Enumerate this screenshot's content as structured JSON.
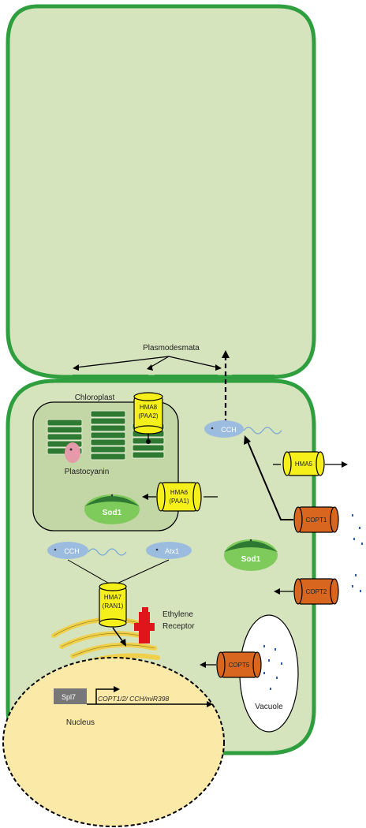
{
  "labels": {
    "plasmodesmata": "Plasmodesmata",
    "chloroplast": "Chloroplast",
    "plastocyanin": "Plastocyanin",
    "vacuole": "Vacuole",
    "nucleus": "Nucleus",
    "ethylene_receptor_line1": "Ethylene",
    "ethylene_receptor_line2": "Receptor"
  },
  "proteins": {
    "hma8_line1": "HMA8",
    "hma8_line2": "(PAA2)",
    "hma6_line1": "HMA6",
    "hma6_line2": "(PAA1)",
    "hma5": "HMA5",
    "hma7_line1": "HMA7",
    "hma7_line2": "(RAN1)",
    "ccs_chloroplast": "Sod1",
    "ccs_cytosol": "Sod1",
    "cch_top": "CCH",
    "cch_mid": "CCH",
    "atx1": "Atx1",
    "copt1": "COPT1",
    "copt2": "COPT2",
    "copt5": "COPT5"
  },
  "gene": {
    "factor": "Spl7",
    "target": "COPT1/2/ CCH/miR398"
  },
  "colors": {
    "cell_fill": "#d6e4bd",
    "cell_wall": "#2e9e3e",
    "chloroplast_fill": "#c3d6a6",
    "thylakoid": "#2f7a32",
    "hma_fill": "#f5ef1a",
    "copt_fill": "#d9661f",
    "cch_fill": "#9cbcdf",
    "sod_fill": "#7ecb5c",
    "nucleus_fill": "#fbe9a8",
    "ethylene_red": "#e0141b",
    "golgi": "#f0d04a"
  }
}
